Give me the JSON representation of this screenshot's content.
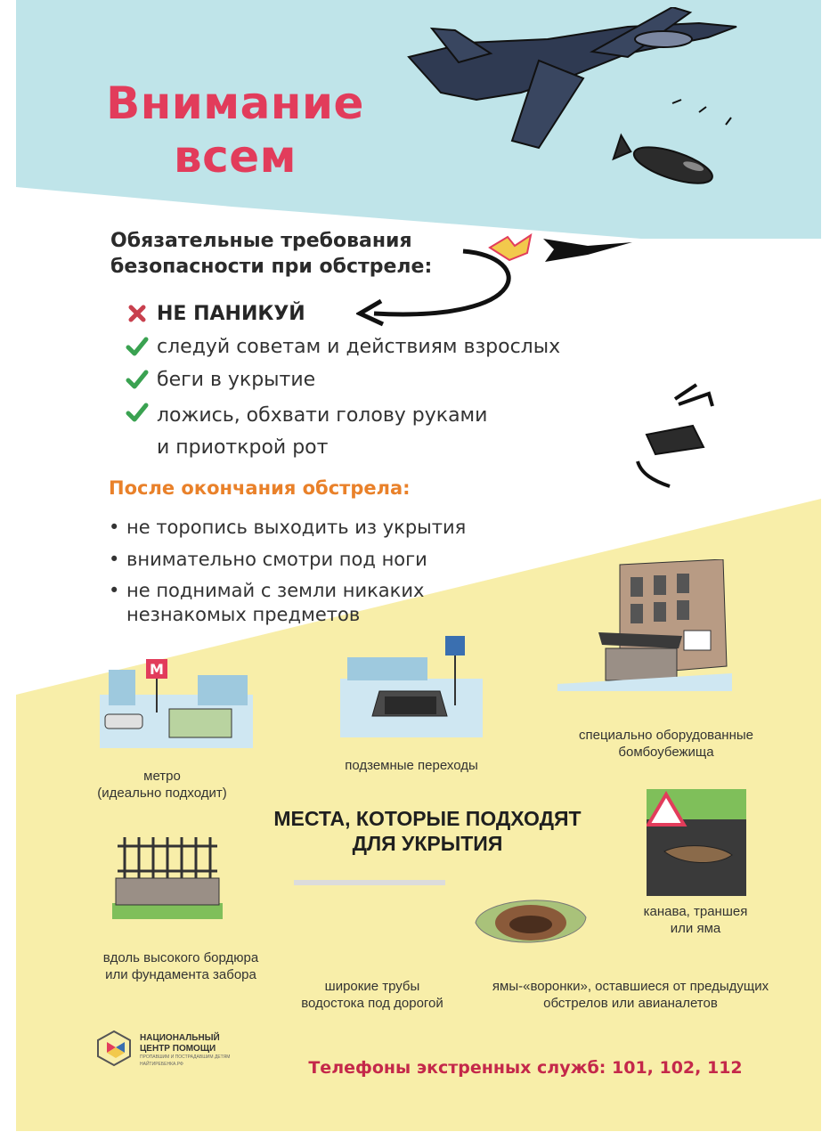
{
  "colors": {
    "sky": "#bfe4e9",
    "sand": "#f8eea9",
    "title_red": "#e23c5b",
    "subheading_orange": "#e9812a",
    "check_green": "#3aa251",
    "cross_red": "#c8404e",
    "phones_red": "#c4284a"
  },
  "title": "Внимание\nвсем",
  "subtitle": "Обязательные требования\nбезопасности при обстреле:",
  "rules": [
    {
      "icon": "cross-icon",
      "text": "НЕ ПАНИКУЙ"
    },
    {
      "icon": "check-icon",
      "text": "следуй советам и действиям взрослых"
    },
    {
      "icon": "check-icon",
      "text": "беги в укрытие"
    },
    {
      "icon": "check-icon",
      "text": "ложись, обхвати голову руками\nи приоткрой рот"
    }
  ],
  "after_heading": "После окончания обстрела:",
  "after_items": [
    "не торопись выходить из укрытия",
    "внимательно смотри под ноги",
    "не поднимай с земли никаких\nнезнакомых предметов"
  ],
  "places_title": "МЕСТА, КОТОРЫЕ ПОДХОДЯТ\nДЛЯ УКРЫТИЯ",
  "places": {
    "metro": "метро\n(идеально подходит)",
    "underpass": "подземные переходы",
    "shelter": "специально оборудованные\nбомбоубежища",
    "ditch": "канава, траншея\nили яма",
    "fence": "вдоль высокого бордюра\nили фундамента забора",
    "pipes": "широкие трубы\nводостока под дорогой",
    "craters": "ямы-«воронки», оставшиеся от предыдущих\nобстрелов или авианалетов"
  },
  "metro_sign": "М",
  "logo": {
    "line1": "НАЦИОНАЛЬНЫЙ",
    "line2": "ЦЕНТР ПОМОЩИ",
    "line3": "ПРОПАВШИМ И ПОСТРАДАВШИМ ДЕТЯМ",
    "line4": "НАЙТИРЕБЕНКА.РФ"
  },
  "phones": "Телефоны экстренных служб: 101, 102, 112"
}
